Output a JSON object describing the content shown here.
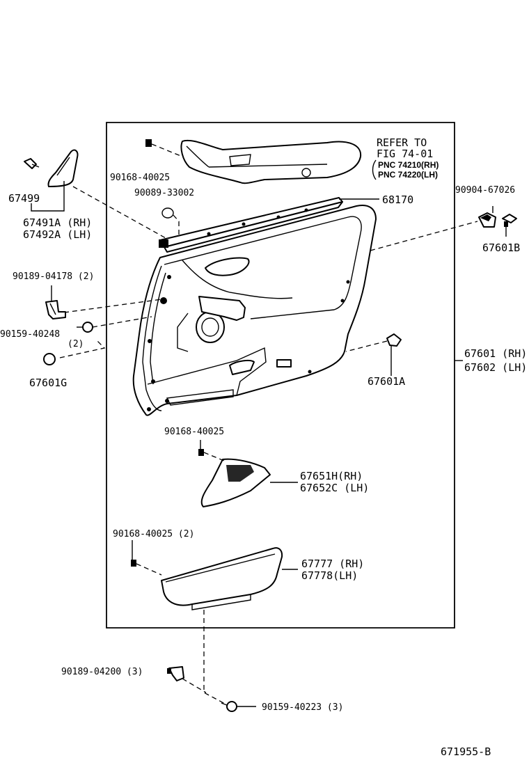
{
  "labels": {
    "p67499": "67499",
    "p67491a": "67491A (RH)",
    "p67492a": "67492A (LH)",
    "p90168_top": "90168-40025",
    "p90089": "90089-33002",
    "refer_1": "REFER TO",
    "refer_2": "FIG 74-01",
    "pnc_1": "PNC 74210(RH)",
    "pnc_2": "PNC 74220(LH)",
    "p68170": "68170",
    "p90904": "90904-67026",
    "p67601b": "67601B",
    "p90189_04178": "90189-04178 (2)",
    "p90159_40248": "90159-40248",
    "p90159_40248_qty": "(2)",
    "p67601g": "67601G",
    "p67601": "67601 (RH)",
    "p67602": "67602 (LH)",
    "p67601a": "67601A",
    "p90168_mid": "90168-40025",
    "p67651h": "67651H(RH)",
    "p67652c": "67652C (LH)",
    "p90168_low": "90168-40025 (2)",
    "p67777": "67777 (RH)",
    "p67778": "67778(LH)",
    "p90189_04200": "90189-04200 (3)",
    "p90159_40223": "90159-40223 (3)",
    "drawing_no": "671955-B"
  },
  "colors": {
    "line": "#000000",
    "paper": "#ffffff"
  },
  "icons": [
    "door-trim-panel",
    "armrest",
    "pocket-trim",
    "cover",
    "clip",
    "screw",
    "weatherstrip"
  ]
}
